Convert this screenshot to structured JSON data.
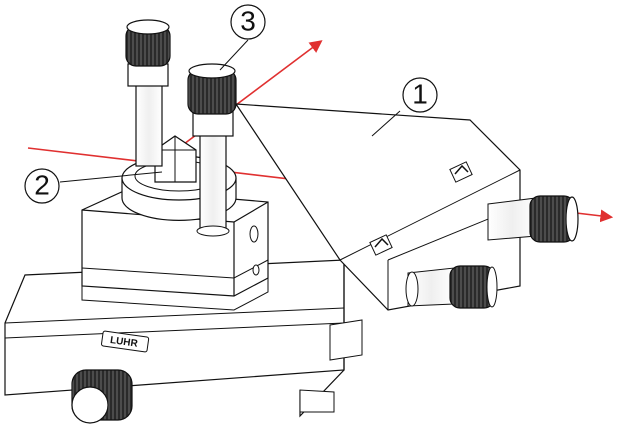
{
  "callouts": [
    {
      "id": "1",
      "label": "1"
    },
    {
      "id": "2",
      "label": "2"
    },
    {
      "id": "3",
      "label": "3"
    }
  ],
  "logo": {
    "text": "LUHR"
  },
  "colors": {
    "beam": "#e03030",
    "outline": "#111111",
    "knob": "#2a2a2a",
    "body": "#ffffff"
  }
}
